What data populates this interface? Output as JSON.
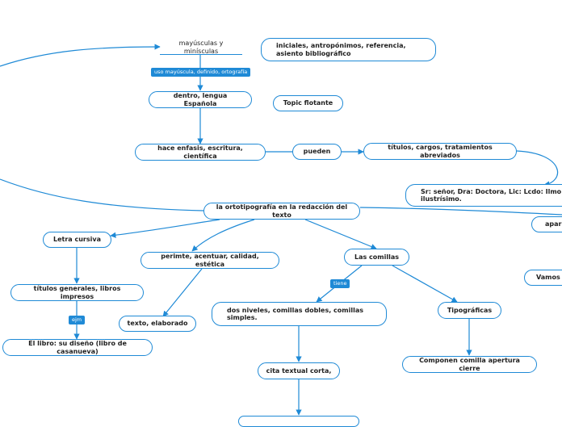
{
  "nodes": {
    "mayusculas": "mayúsculas y minísculas",
    "iniciales": "iniciales, antropónimos, referencia, asiento bibliográfico",
    "dentro": "dentro, lengua Española",
    "topic": "Topic flotante",
    "enfasis": "hace enfasis, escritura, científica",
    "pueden": "pueden",
    "titulos_cargos": "títulos, cargos, tratamientos abreviados",
    "senor": "Sr: señor, Dra: Doctora, Lic: Lcdo: Ilmo: ilustrísimo.",
    "central": "la ortotipografía en la redacción del texto",
    "apara": "apara",
    "letra_cursiva": "Letra cursiva",
    "permite": "perimte, acentuar, calidad, estética",
    "comillas": "Las comillas",
    "vamos": "Vamos a",
    "titulos_generales": "títulos generales, libros impresos",
    "texto": "texto, elaborado",
    "dos_niveles": "dos niveles, comillas dobles, comillas simples.",
    "tipograficas": "Tipográficas",
    "libro": "El libro: su diseño (libro de casanueva)",
    "cita": "cita textual corta,",
    "componen": "Componen comilla apertura cierre"
  },
  "labels": {
    "uso": "uso mayúscula, definido, ortografía",
    "ejm": "ejm",
    "tiene": "tiene"
  },
  "colors": {
    "accent": "#1f8ad6",
    "text": "#1e1e1e",
    "background": "#ffffff"
  }
}
